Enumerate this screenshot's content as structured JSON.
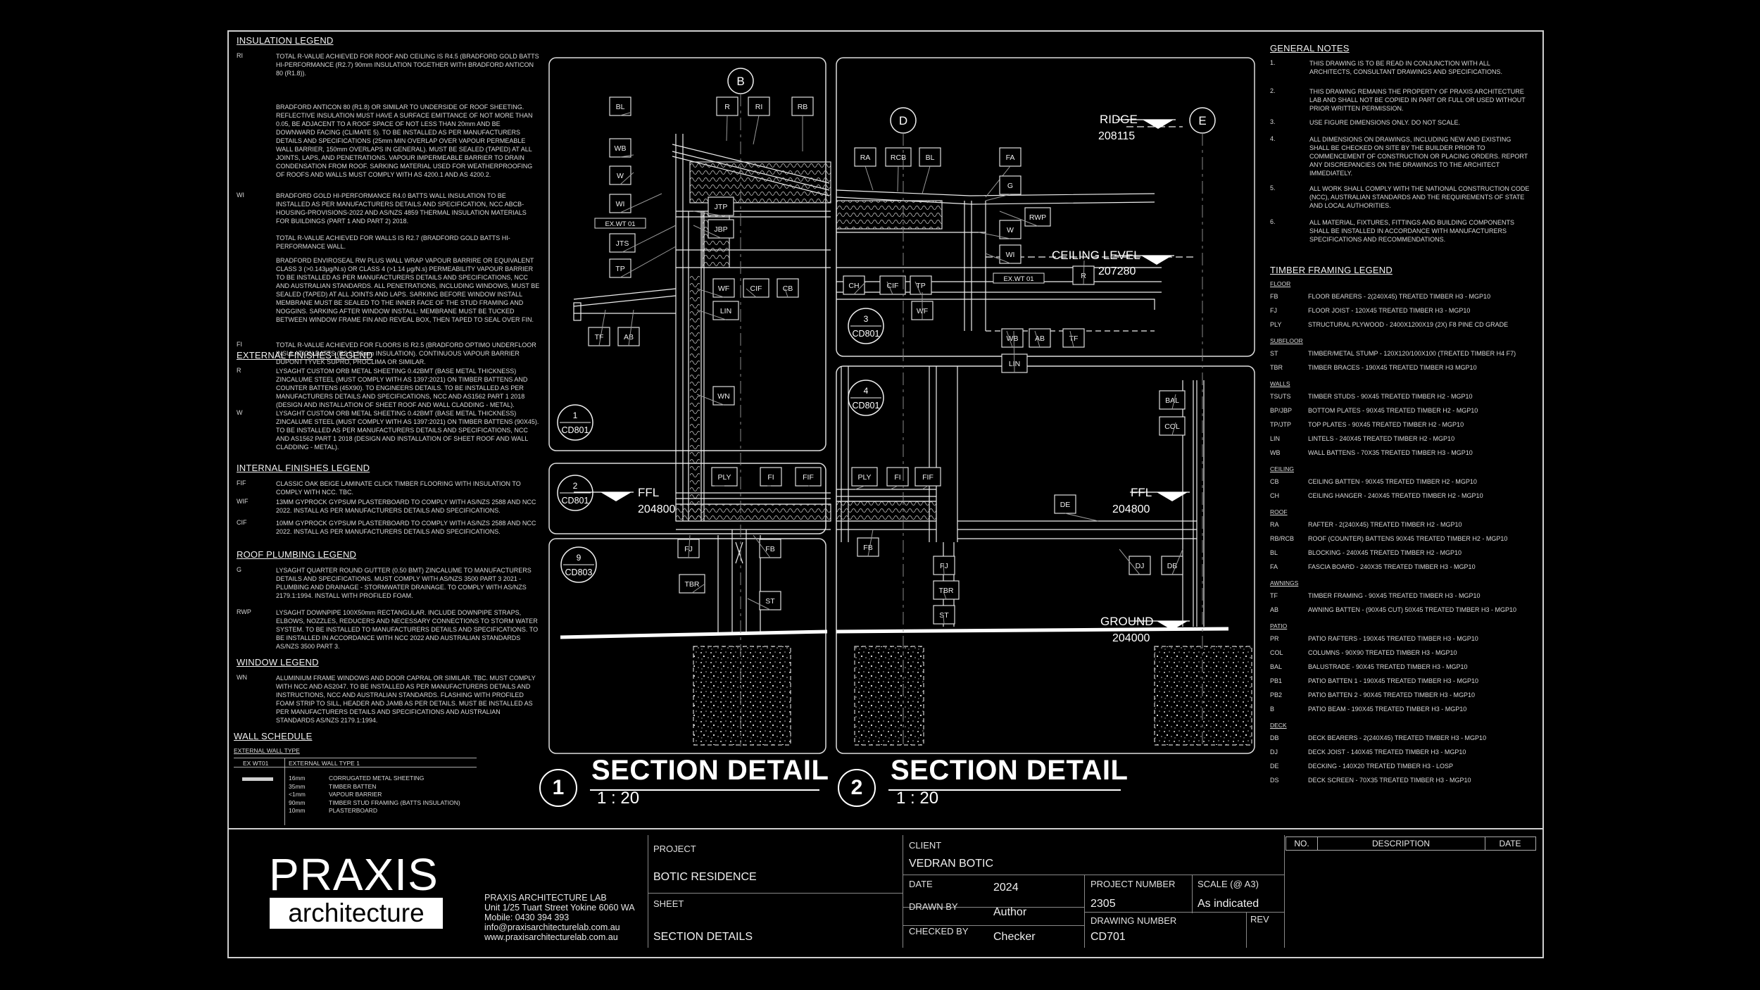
{
  "insulation": {
    "title": "INSULATION LEGEND",
    "items": [
      {
        "code": "RI",
        "text": "TOTAL R-VALUE ACHIEVED FOR ROOF AND CEILING IS R4.5 (BRADFORD GOLD BATTS HI-PERFORMANCE (R2.7) 90mm INSULATION TOGETHER WITH BRADFORD ANTICON 80 (R1.8))."
      },
      {
        "code": "",
        "text": "BRADFORD ANTICON 80 (R1.8) OR SIMILAR TO UNDERSIDE OF ROOF SHEETING. REFLECTIVE INSULATION MUST HAVE A SURFACE EMITTANCE OF NOT MORE THAN 0.05, BE ADJACENT TO A ROOF SPACE OF NOT LESS THAN 20mm AND BE DOWNWARD FACING (CLIMATE 5). TO BE INSTALLED AS PER MANUFACTURERS DETAILS AND SPECIFICATIONS (25mm MIN OVERLAP OVER VAPOUR PERMEABLE WALL BARRIER, 150mm OVERLAPS IN GENERAL). MUST BE SEALED (TAPED) AT ALL JOINTS, LAPS, AND PENETRATIONS. VAPOUR IMPERMEABLE BARRIER TO DRAIN CONDENSATION FROM ROOF. SARKING MATERIAL USED FOR WEATHERPROOFING OF ROOFS AND WALLS MUST COMPLY WITH AS 4200.1 AND AS 4200.2."
      },
      {
        "code": "WI",
        "text": "BRADFORD GOLD HI-PERFORMANCE R4.0 BATTS WALL INSULATION TO BE INSTALLED AS PER MANUFACTURERS DETAILS AND SPECIFICATION, NCC ABCB-HOUSING-PROVISIONS-2022 AND AS/NZS 4859 THERMAL INSULATION MATERIALS FOR BUILDINGS (PART 1 AND PART 2) 2018."
      },
      {
        "code": "",
        "text": "TOTAL R-VALUE ACHIEVED FOR WALLS IS R2.7 (BRADFORD GOLD BATTS HI-PERFORMANCE WALL."
      },
      {
        "code": "",
        "text": "BRADFORD ENVIROSEAL RW PLUS WALL WRAP VAPOUR BARRIRE OR EQUIVALENT CLASS 3 (>0.143μg/N.s) OR CLASS 4 (>1.14 μg/N.s) PERMEABILITY VAPOUR BARRIER TO BE INSTALLED AS PER MANUFACTURERS DETAILS AND SPECIFICATIONS, NCC AND AUSTRALIAN STANDARDS. ALL PENETRATIONS, INCLUDING WINDOWS, MUST BE SEALED (TAPED) AT ALL JOINTS AND LAPS. SARKING BEFORE WINDOW INSTALL MEMBRANE MUST BE SEALED TO THE INNER FACE OF THE STUD FRAMING AND NOGGINS. SARKING AFTER WINDOW INSTALL: MEMBRANE MUST BE TUCKED BETWEEN WINDOW FRAME FIN AND REVEAL BOX, THEN TAPED TO SEAL OVER FIN."
      },
      {
        "code": "FI",
        "text": "TOTAL R-VALUE ACHIEVED FOR FLOORS IS R2.5 (BRADFORD OPTIMO UNDERFLOOR INSULATION BATTS (R2.5) 90mm INSULATION). CONTINUOUS VAPOUR BARRIER DUPONT TYVEK SUPRO, PROCLIMA OR SIMILAR."
      }
    ]
  },
  "external_finishes": {
    "title": "EXTERNAL FINISHES LEGEND",
    "items": [
      {
        "code": "R",
        "text": "LYSAGHT CUSTOM ORB METAL SHEETING 0.42BMT (BASE METAL THICKNESS) ZINCALUME STEEL (MUST COMPLY WITH AS 1397:2021) ON TIMBER BATTENS AND COUNTER BATTENS (45X90). TO ENGINEERS DETAILS. TO BE INSTALLED AS PER MANUFACTURERS DETAILS AND SPECIFICATIONS, NCC AND AS1562 PART 1 2018 (DESIGN AND INSTALLATION OF SHEET ROOF AND WALL CLADDING - METAL)."
      },
      {
        "code": "W",
        "text": "LYSAGHT CUSTOM ORB METAL SHEETING 0.42BMT (BASE METAL THICKNESS) ZINCALUME STEEL (MUST COMPLY WITH AS 1397:2021) ON TIMBER BATTENS (90X45). TO BE INSTALLED AS PER MANUFACTURERS DETAILS AND SPECIFICATIONS, NCC AND AS1562 PART 1 2018 (DESIGN AND INSTALLATION OF SHEET ROOF AND WALL CLADDING - METAL)."
      }
    ]
  },
  "internal_finishes": {
    "title": "INTERNAL FINISHES LEGEND",
    "items": [
      {
        "code": "FIF",
        "text": "CLASSIC OAK BEIGE LAMINATE CLICK TIMBER FLOORING WITH INSULATION TO COMPLY WITH NCC. TBC."
      },
      {
        "code": "WIF",
        "text": "13MM GYPROCK GYPSUM PLASTERBOARD TO COMPLY WITH AS/NZS 2588 AND NCC 2022. INSTALL AS PER MANUFACTURERS DETAILS AND SPECIFICATIONS."
      },
      {
        "code": "CIF",
        "text": "10MM GYPROCK GYPSUM PLASTERBOARD TO COMPLY WITH AS/NZS 2588 AND NCC 2022. INSTALL AS PER MANUFACTURERS DETAILS AND SPECIFICATIONS."
      }
    ]
  },
  "roof_plumbing": {
    "title": "ROOF PLUMBING LEGEND",
    "items": [
      {
        "code": "G",
        "text": "LYSAGHT QUARTER ROUND GUTTER (0.50 BMT) ZINCALUME TO MANUFACTURERS DETAILS AND SPECIFICATIONS. MUST COMPLY WITH AS/NZS 3500 PART 3 2021 - PLUMBING AND DRAINAGE - STORMWATER DRAINAGE. TO COMPLY WITH AS/NZS 2179.1:1994. INSTALL WITH PROFILED FOAM."
      },
      {
        "code": "RWP",
        "text": "LYSAGHT DOWNPIPE 100X50mm RECTANGULAR. INCLUDE DOWNPIPE STRAPS, ELBOWS, NOZZLES, REDUCERS AND NECESSARY CONNECTIONS TO STORM WATER SYSTEM. TO BE INSTALLED TO MANUFACTURERS DETAILS AND SPECIFICATIONS. TO BE INSTALLED IN ACCORDANCE WITH NCC 2022 AND AUSTRALIAN STANDARDS AS/NZS 3500 PART 3."
      }
    ]
  },
  "window_legend": {
    "title": "WINDOW LEGEND",
    "items": [
      {
        "code": "WN",
        "text": "ALUMINIUM FRAME WINDOWS AND DOOR CAPRAL OR SIMILAR. TBC. MUST COMPLY WITH NCC AND AS2047. TO BE INSTALLED AS PER MANUFACTURERS DETAILS AND INSTRUCTIONS, NCC AND AUSTRALIAN STANDARDS. FLASHING WITH PROFILED FOAM STRIP TO SILL, HEADER AND JAMB AS PER DETAILS. MUST BE INSTALLED AS PER MANUFACTURERS DETAILS AND SPECIFICATIONS AND AUSTRALIAN STANDARDS AS/NZS 2179.1:1994."
      }
    ]
  },
  "wall_schedule": {
    "title": "WALL SCHEDULE",
    "subtitle": "EXTERNAL WALL TYPE",
    "col_code": "EX WT01",
    "col_name": "EXTERNAL WALL TYPE 1",
    "layers": [
      {
        "thk": "16mm",
        "desc": "CORRUGATED METAL SHEETING"
      },
      {
        "thk": "35mm",
        "desc": "TIMBER BATTEN"
      },
      {
        "thk": "<1mm",
        "desc": "VAPOUR BARRIER"
      },
      {
        "thk": "90mm",
        "desc": "TIMBER STUD FRAMING (BATTS INSULATION)"
      },
      {
        "thk": "10mm",
        "desc": "PLASTERBOARD"
      }
    ]
  },
  "general_notes": {
    "title": "GENERAL NOTES",
    "items": [
      {
        "num": "1.",
        "text": "THIS DRAWING IS TO BE READ IN CONJUNCTION WITH ALL ARCHITECTS, CONSULTANT DRAWINGS AND SPECIFICATIONS."
      },
      {
        "num": "2.",
        "text": "THIS DRAWING REMAINS THE PROPERTY OF PRAXIS ARCHITECTURE LAB AND SHALL NOT BE COPIED IN PART OR FULL OR USED WITHOUT PRIOR WRITTEN PERMISSION."
      },
      {
        "num": "3.",
        "text": "USE FIGURE DIMENSIONS ONLY. DO NOT SCALE."
      },
      {
        "num": "4.",
        "text": "ALL DIMENSIONS ON DRAWINGS, INCLUDING NEW AND EXISTING SHALL BE CHECKED ON SITE BY THE BUILDER PRIOR TO COMMENCEMENT OF CONSTRUCTION OR PLACING ORDERS. REPORT ANY DISCREPANCIES ON THE DRAWINGS TO THE ARCHITECT IMMEDIATELY."
      },
      {
        "num": "5.",
        "text": "ALL WORK SHALL COMPLY WITH THE NATIONAL CONSTRUCTION CODE (NCC), AUSTRALIAN STANDARDS AND THE REQUIREMENTS OF STATE AND LOCAL AUTHORITIES."
      },
      {
        "num": "6.",
        "text": "ALL MATERIAL, FIXTURES, FITTINGS AND BUILDING COMPONENTS SHALL BE INSTALLED IN ACCORDANCE WITH MANUFACTURERS SPECIFICATIONS AND RECOMMENDATIONS."
      }
    ]
  },
  "timber_framing": {
    "title": "TIMBER FRAMING LEGEND",
    "groups": [
      {
        "name": "FLOOR",
        "items": [
          {
            "code": "FB",
            "text": "FLOOR BEARERS - 2(240X45) TREATED TIMBER H3 - MGP10"
          },
          {
            "code": "FJ",
            "text": "FLOOR JOIST - 120X45 TREATED TIMBER H3 - MGP10"
          },
          {
            "code": "PLY",
            "text": "STRUCTURAL PLYWOOD - 2400X1200X19 (2X) F8 PINE CD GRADE"
          }
        ]
      },
      {
        "name": "SUBFLOOR",
        "items": [
          {
            "code": "ST",
            "text": "TIMBER/METAL STUMP - 120X120/100X100 (TREATED TIMBER H4 F7)"
          },
          {
            "code": "TBR",
            "text": "TIMBER BRACES - 190X45 TREATED TIMBER H3 MGP10"
          }
        ]
      },
      {
        "name": "WALLS",
        "items": [
          {
            "code": "TSUTS",
            "text": "TIMBER STUDS - 90X45 TREATED TIMBER H2 - MGP10"
          },
          {
            "code": "BP/JBP",
            "text": "BOTTOM PLATES - 90X45 TREATED TIMBER H2 - MGP10"
          },
          {
            "code": "TP/JTP",
            "text": "TOP PLATES - 90X45 TREATED TIMBER H2 - MGP10"
          },
          {
            "code": "LIN",
            "text": "LINTELS - 240X45 TREATED TIMBER H2 - MGP10"
          },
          {
            "code": "WB",
            "text": "WALL BATTENS - 70X35 TREATED TIMBER H3 - MGP10"
          }
        ]
      },
      {
        "name": "CEILING",
        "items": [
          {
            "code": "CB",
            "text": "CEILING BATTEN - 90X45 TREATED TIMBER H2 - MGP10"
          },
          {
            "code": "CH",
            "text": "CEILING HANGER - 240X45 TREATED TIMBER H2 - MGP10"
          }
        ]
      },
      {
        "name": "ROOF",
        "items": [
          {
            "code": "RA",
            "text": "RAFTER - 2(240X45) TREATED TIMBER H2 - MGP10"
          },
          {
            "code": "RB/RCB",
            "text": "ROOF (COUNTER) BATTENS 90X45 TREATED TIMBER H2 - MGP10"
          },
          {
            "code": "BL",
            "text": "BLOCKING - 240X45 TREATED TIMBER H2 - MGP10"
          },
          {
            "code": "FA",
            "text": "FASCIA BOARD - 240X35 TREATED TIMBER H3 - MGP10"
          }
        ]
      },
      {
        "name": "AWNINGS",
        "items": [
          {
            "code": "TF",
            "text": "TIMBER FRAMING - 90X45 TREATED TIMBER H3 - MGP10"
          },
          {
            "code": "AB",
            "text": "AWNING BATTEN - (90X45 CUT) 50X45 TREATED TIMBER H3 - MGP10"
          }
        ]
      },
      {
        "name": "PATIO",
        "items": [
          {
            "code": "PR",
            "text": "PATIO RAFTERS - 190X45 TREATED TIMBER H3 - MGP10"
          },
          {
            "code": "COL",
            "text": "COLUMNS - 90X90 TREATED TIMBER H3 - MGP10"
          },
          {
            "code": "BAL",
            "text": "BALUSTRADE - 90X45 TREATED TIMBER H3 - MGP10"
          },
          {
            "code": "PB1",
            "text": "PATIO BATTEN 1 - 190X45 TREATED TIMBER H3 - MGP10"
          },
          {
            "code": "PB2",
            "text": "PATIO BATTEN 2 - 90X45 TREATED TIMBER H3 - MGP10"
          },
          {
            "code": "B",
            "text": "PATIO BEAM - 190X45 TREATED TIMBER H3 - MGP10"
          }
        ]
      },
      {
        "name": "DECK",
        "items": [
          {
            "code": "DB",
            "text": "DECK BEARERS - 2(240X45) TREATED TIMBER H3 - MGP10"
          },
          {
            "code": "DJ",
            "text": "DECK JOIST - 140X45 TREATED TIMBER H3 - MGP10"
          },
          {
            "code": "DE",
            "text": "DECKING - 140X20 TREATED TIMBER H3 - LOSP"
          },
          {
            "code": "DS",
            "text": "DECK SCREEN - 70X35 TREATED TIMBER H3 - MGP10"
          }
        ]
      }
    ]
  },
  "section1": {
    "num": "1",
    "title": "SECTION DETAIL",
    "scale": "1 : 20",
    "grid": "B",
    "ffl_name": "FFL",
    "ffl_value": "204800",
    "callouts": [
      {
        "num": "1",
        "ref": "CD801"
      },
      {
        "num": "2",
        "ref": "CD801"
      },
      {
        "num": "9",
        "ref": "CD803"
      }
    ],
    "tags": [
      "BL",
      "R",
      "RI",
      "RB",
      "WB",
      "W",
      "WI",
      "JTP",
      "JBP",
      "JTS",
      "TP",
      "WF",
      "CIF",
      "CB",
      "LIN",
      "TF",
      "AB",
      "WN",
      "PLY",
      "FI",
      "FIF",
      "FJ",
      "FB",
      "TBR",
      "ST"
    ],
    "wall_tag": "EX.WT 01"
  },
  "section2": {
    "num": "2",
    "title": "SECTION DETAIL",
    "scale": "1 : 20",
    "grids": [
      "D",
      "E"
    ],
    "ridge_name": "RIDGE",
    "ridge_value": "208115",
    "ceiling_name": "CEILING LEVEL",
    "ceiling_value": "207280",
    "ffl_name": "FFL",
    "ffl_value": "204800",
    "ground_name": "GROUND",
    "ground_value": "204000",
    "callouts": [
      {
        "num": "3",
        "ref": "CD801"
      },
      {
        "num": "4",
        "ref": "CD801"
      }
    ],
    "tags": [
      "RA",
      "RCB",
      "BL",
      "FA",
      "G",
      "RWP",
      "W",
      "WI",
      "R",
      "CH",
      "CIF",
      "TP",
      "WF",
      "WB",
      "AB",
      "TF",
      "LIN",
      "BAL",
      "COL",
      "PLY",
      "FI",
      "FIF",
      "DE",
      "FB",
      "FJ",
      "TBR",
      "ST",
      "DJ",
      "DB"
    ],
    "wall_tag": "EX.WT 01"
  },
  "title_block": {
    "logo_top": "PRAXIS",
    "logo_bottom": "architecture",
    "firm_name": "PRAXIS ARCHITECTURE LAB",
    "address": "Unit 1/25 Tuart Street Yokine 6060 WA",
    "mobile": "Mobile: 0430 394 393",
    "email": "info@praxisarchitecturelab.com.au",
    "web": "www.praxisarchitecturelab.com.au",
    "project_label": "PROJECT",
    "project_value": "BOTIC RESIDENCE",
    "sheet_label": "SHEET",
    "sheet_value": "SECTION DETAILS",
    "client_label": "CLIENT",
    "client_value": "VEDRAN BOTIC",
    "date_label": "DATE",
    "date_value": "2024",
    "drawn_label": "DRAWN BY",
    "drawn_value": "Author",
    "checked_label": "CHECKED BY",
    "checked_value": "Checker",
    "projnum_label": "PROJECT NUMBER",
    "projnum_value": "2305",
    "scale_label": "SCALE (@ A3)",
    "scale_value": "As indicated",
    "drawnum_label": "DRAWING NUMBER",
    "drawnum_value": "CD701",
    "rev_label": "REV",
    "rev_cols": [
      "NO.",
      "DESCRIPTION",
      "DATE"
    ]
  }
}
